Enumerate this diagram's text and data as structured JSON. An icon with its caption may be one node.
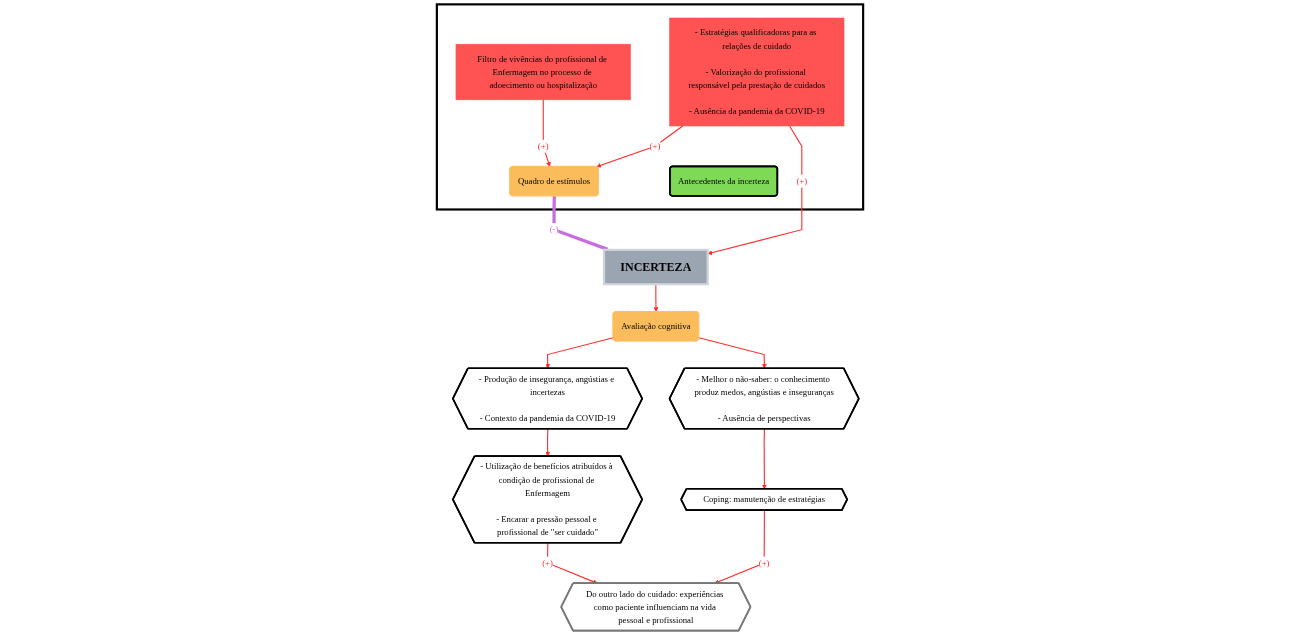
{
  "diagram": {
    "nodes": [
      {
        "text": [],
        "shape": "box"
      },
      {
        "text": [
          "Quadro de estímulos"
        ],
        "in": 0
      },
      {
        "text": [
          "Filtro de vivências do profissional de Enfermagem no processo de adoecimento ou hospitalização"
        ],
        "in": 0
      },
      {
        "text": [
          "- Estratégias qualificadoras para as relações de cuidado",
          "- Valorização do profissional responsável pela prestação de cuidados",
          "- Ausência da pandemia da COVID-19"
        ],
        "in": 0
      },
      {
        "text": [
          "Antecedentes da incerteza"
        ],
        "in": 0
      },
      {
        "text": [
          "INCERTEZA"
        ]
      },
      {
        "text": [
          "Avaliação cognitiva"
        ]
      },
      {
        "text": [
          "- Produção de insegurança, angústias e incertezas",
          "- Contexto da pandemia da COVID-19"
        ]
      },
      {
        "text": [
          "- Melhor o não-saber: o conhecimento produz medos, angústias e inseguranças",
          "- Ausência de perspectivas"
        ]
      },
      {
        "text": [
          "- Utilização de benefícios atribuídos à condição de profissional de Enfermagem",
          "- Encarar a pressão pessoal e profissional de \"ser cuidado\""
        ]
      },
      {
        "text": [
          "Coping: manutenção de estratégias"
        ]
      },
      {
        "text": [
          "Do outro lado do cuidado: experiências como paciente influenciam na vida pessoal e profissional"
        ]
      }
    ],
    "edges": [
      {
        "from": 1,
        "to": 5,
        "arrow": "to",
        "label": "(-)",
        "style": "thick",
        "color": "#c66ee0"
      },
      {
        "from": 2,
        "to": 1,
        "arrow": "to",
        "label": "(+)"
      },
      {
        "from": 3,
        "to": 1,
        "arrow": "to",
        "label": "(+)"
      },
      {
        "from": 3,
        "to": 5,
        "arrow": "to",
        "label": "(+)"
      },
      {
        "from": 5,
        "to": 6,
        "arrow": "to"
      },
      {
        "from": 6,
        "to": 7,
        "arrow": "to"
      },
      {
        "from": 6,
        "to": 8,
        "arrow": "to"
      },
      {
        "from": 7,
        "to": 9,
        "arrow": "to"
      },
      {
        "from": 8,
        "to": 10,
        "arrow": "to"
      },
      {
        "from": 9,
        "to": 11,
        "arrow": "to",
        "label": "(+)"
      },
      {
        "from": 10,
        "to": 11,
        "arrow": "to",
        "label": "(+)"
      }
    ]
  }
}
